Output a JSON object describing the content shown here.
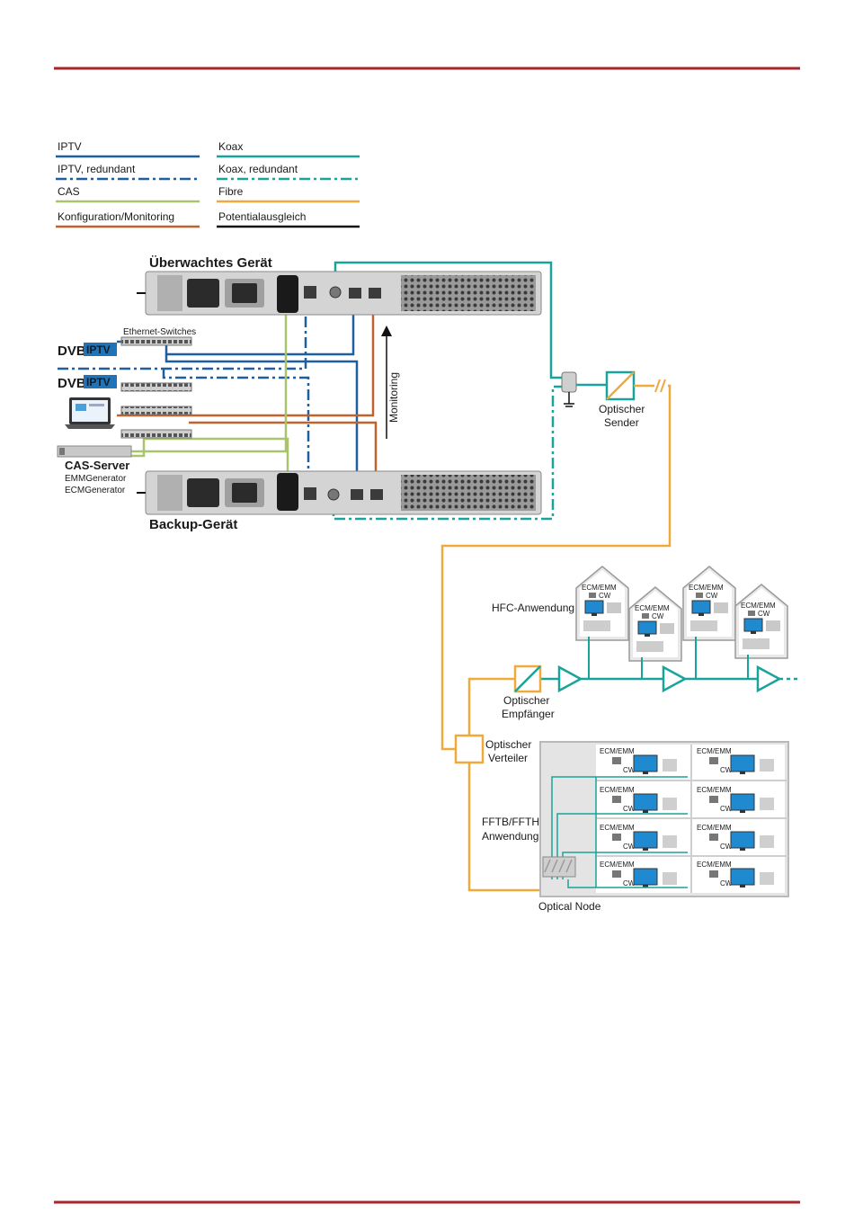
{
  "colors": {
    "rule": "#a6262a",
    "iptv": "#1f5fa0",
    "koax": "#1aa39a",
    "cas": "#a9c46c",
    "config": "#c0622d",
    "fibre": "#f0a93b",
    "ground": "#111111",
    "device": "#d7d7d7",
    "device_dark": "#8d8d8d"
  },
  "legend": {
    "left": [
      {
        "label": "IPTV",
        "color_key": "iptv",
        "style": "solid"
      },
      {
        "label": "IPTV, redundant",
        "color_key": "iptv",
        "style": "dashdot"
      },
      {
        "label": "CAS",
        "color_key": "cas",
        "style": "solid"
      },
      {
        "label": "Konfiguration/Monitoring",
        "color_key": "config",
        "style": "solid"
      }
    ],
    "right": [
      {
        "label": "Koax",
        "color_key": "koax",
        "style": "solid"
      },
      {
        "label": "Koax, redundant",
        "color_key": "koax",
        "style": "dashdot"
      },
      {
        "label": "Fibre",
        "color_key": "fibre",
        "style": "solid"
      },
      {
        "label": "Potentialausgleich",
        "color_key": "ground",
        "style": "solid"
      }
    ]
  },
  "devices": {
    "main": "Überwachtes Gerät",
    "backup": "Backup-Gerät",
    "switches": "Ethernet-Switches",
    "monitoring": "Monitoring",
    "cas_server": "CAS-Server",
    "cas_sub1": "EMMGenerator",
    "cas_sub2": "ECMGenerator",
    "dvb_logo_a": "DVB",
    "dvb_logo_b": "IPTV"
  },
  "optics": {
    "sender_line1": "Optischer",
    "sender_line2": "Sender",
    "receiver_line1": "Optischer",
    "receiver_line2": "Empfänger",
    "splitter_line1": "Optischer",
    "splitter_line2": "Verteiler",
    "node": "Optical Node"
  },
  "applications": {
    "hfc": "HFC-Anwendung",
    "fftb_line1": "FFTB/FFTH-",
    "fftb_line2": "Anwendung"
  },
  "unit_labels": {
    "ecm_emm": "ECM/EMM",
    "cw": "CW"
  }
}
